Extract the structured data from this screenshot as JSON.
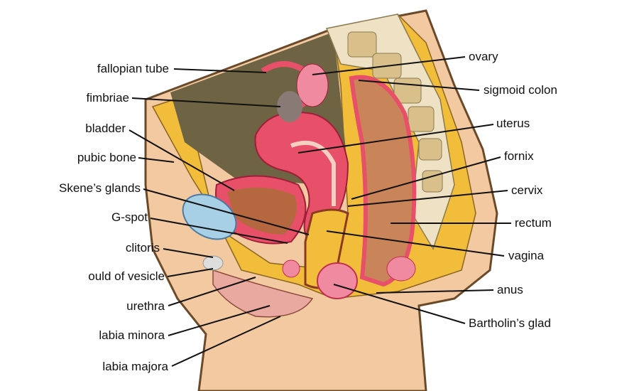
{
  "title": "Female reproductive anatomy (sagittal section)",
  "colors": {
    "skin": "#f2c9a0",
    "fat": "#f1bd3a",
    "cavity": "#6e6342",
    "bone": "#efe2c4",
    "uterus": "#e8506a",
    "muscle": "#b5683f",
    "bladder": "#a7cfe6"
  },
  "labels_left": [
    "fallopian tube",
    "fimbriae",
    "bladder",
    "pubic bone",
    "Skene’s glands",
    "G-spot",
    "clitoris",
    "ould of vesicle",
    "urethra",
    "labia minora",
    "labia majora"
  ],
  "labels_right": [
    "ovary",
    "sigmoid colon",
    "uterus",
    "fornix",
    "cervix",
    "rectum",
    "vagina",
    "anus",
    "Bartholin’s glad"
  ]
}
